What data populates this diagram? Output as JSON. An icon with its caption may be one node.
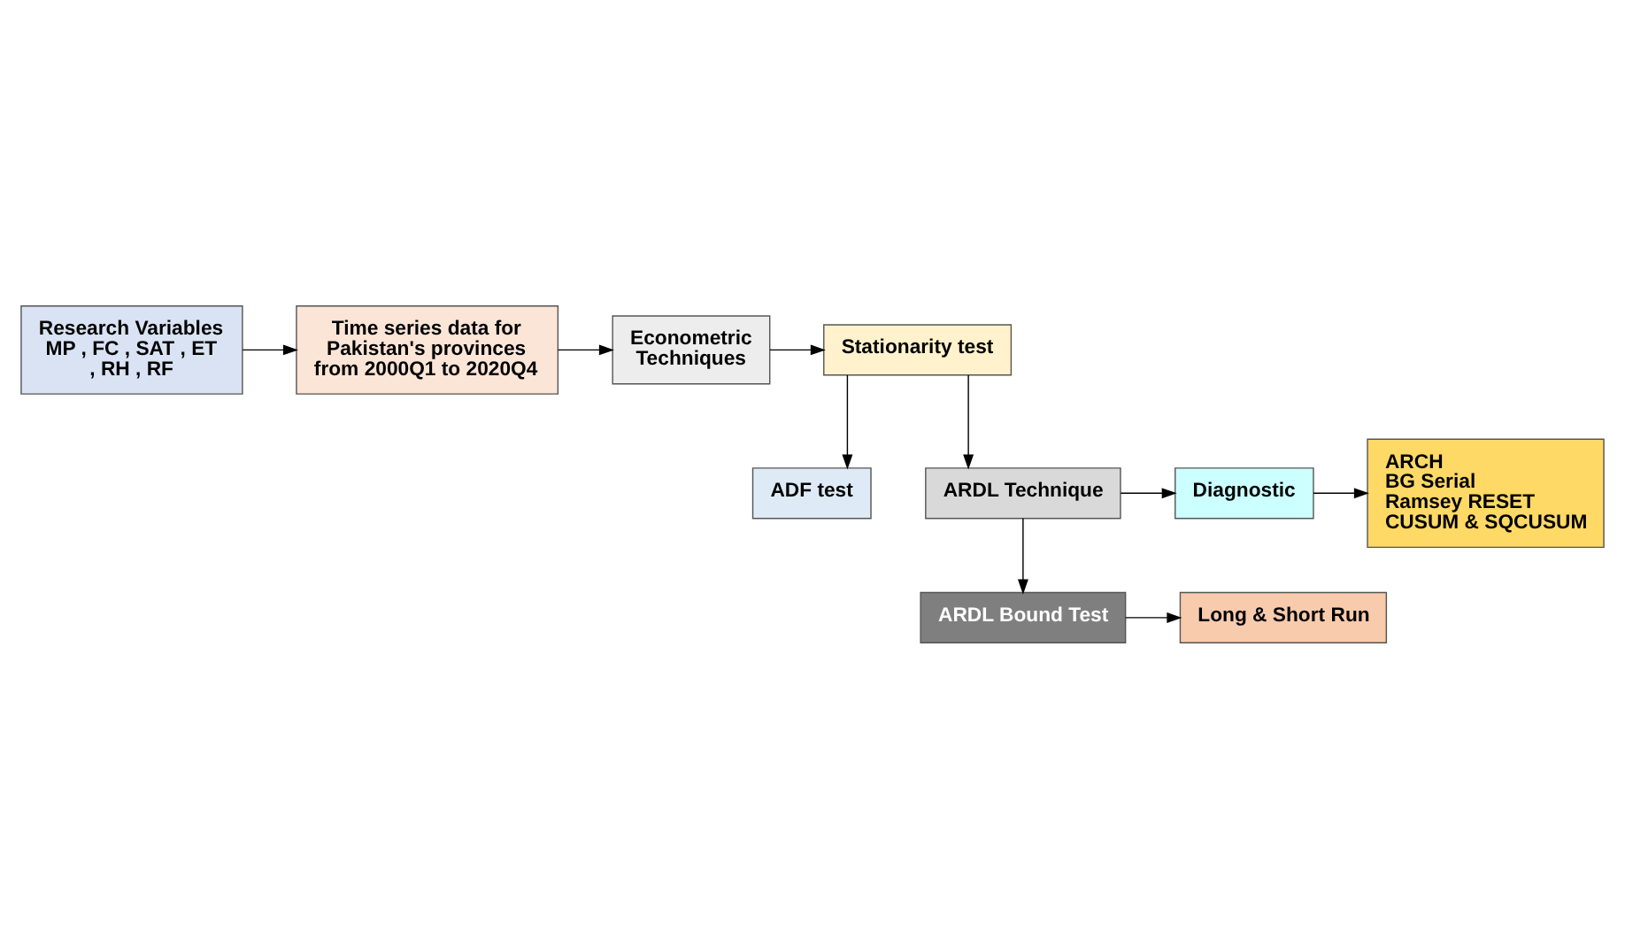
{
  "diagram": {
    "nodes": [
      {
        "text": [
          "Research Variables MP , FC , SAT , ET , RH , RF"
        ]
      },
      {
        "text": [
          "Time series data for Pakistan's provinces from 2000Q1 to 2020Q4"
        ]
      },
      {
        "text": [
          "Econometric Techniques"
        ]
      },
      {
        "text": [
          "Stationarity test"
        ]
      },
      {
        "text": [
          "ADF test"
        ]
      },
      {
        "text": [
          "ARDL Technique"
        ]
      },
      {
        "text": [
          "Diagnostic"
        ]
      },
      {
        "text": [
          "ARCH",
          "BG Serial",
          "Ramsey RESET",
          "CUSUM & SQCUSUM"
        ]
      },
      {
        "text": [
          "ARDL Bound Test"
        ]
      },
      {
        "text": [
          "Long & Short Run"
        ]
      }
    ],
    "edges": [
      {
        "from": 0,
        "to": 1,
        "arrow": "to"
      },
      {
        "from": 1,
        "to": 2,
        "arrow": "to"
      },
      {
        "from": 2,
        "to": 3,
        "arrow": "to"
      },
      {
        "from": 3,
        "to": 5,
        "arrow": "to"
      },
      {
        "from": 3,
        "to": 4,
        "arrow": "to"
      },
      {
        "from": 5,
        "to": 6,
        "arrow": "to"
      },
      {
        "from": 6,
        "to": 7,
        "arrow": "to"
      },
      {
        "from": 5,
        "to": 8,
        "arrow": "to"
      },
      {
        "from": 8,
        "to": 9,
        "arrow": "to"
      }
    ]
  }
}
